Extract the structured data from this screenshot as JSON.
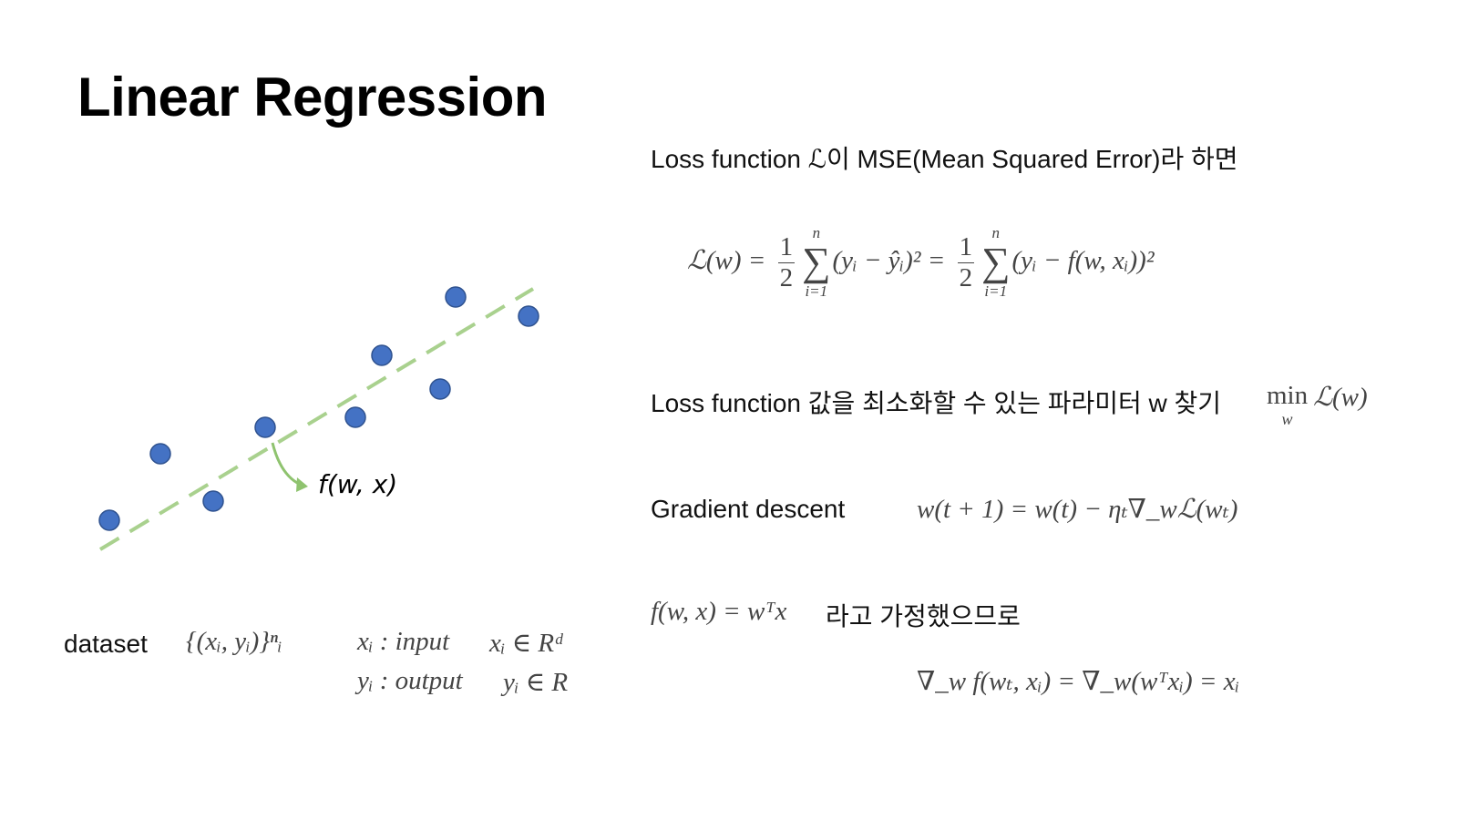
{
  "slide": {
    "title": "Linear Regression"
  },
  "loss_intro": {
    "text": "Loss function ℒ이 MSE(Mean Squared Error)라 하면"
  },
  "mse_equation": {
    "lhs": "ℒ(w) =",
    "frac_num": "1",
    "frac_den": "2",
    "sum_top": "n",
    "sum_bottom": "i=1",
    "sum_symbol": "∑",
    "body1": "(yᵢ − ŷᵢ)² =",
    "body2": "(yᵢ − f(w, xᵢ))²"
  },
  "minimize": {
    "text": "Loss function 값을 최소화할 수 있는 파라미터 w 찾기",
    "min_label": "min",
    "min_sub": "w",
    "min_expr": "ℒ(w)"
  },
  "gradient": {
    "label": "Gradient descent",
    "equation": "w(t + 1) = w(t) − ηₜ∇_wℒ(wₜ)"
  },
  "assumption": {
    "equation": "f(w, x) = wᵀx",
    "text": "라고 가정했으므로"
  },
  "gradient_result": {
    "equation": "∇_w f(wₜ, xᵢ) = ∇_w(wᵀxᵢ) = xᵢ"
  },
  "dataset": {
    "label": "dataset",
    "set_expr": "{(xᵢ, yᵢ)}ⁿᵢ",
    "x_def": "xᵢ : input",
    "x_domain": "xᵢ ∈ Rᵈ",
    "y_def": "yᵢ : output",
    "y_domain": "yᵢ ∈ R"
  },
  "plot_label": "f(w, x)",
  "colors": {
    "point_fill": "#4472c4",
    "point_stroke": "#2f528f",
    "fit_line": "#a9d18e",
    "arrow": "#8fc36f"
  }
}
